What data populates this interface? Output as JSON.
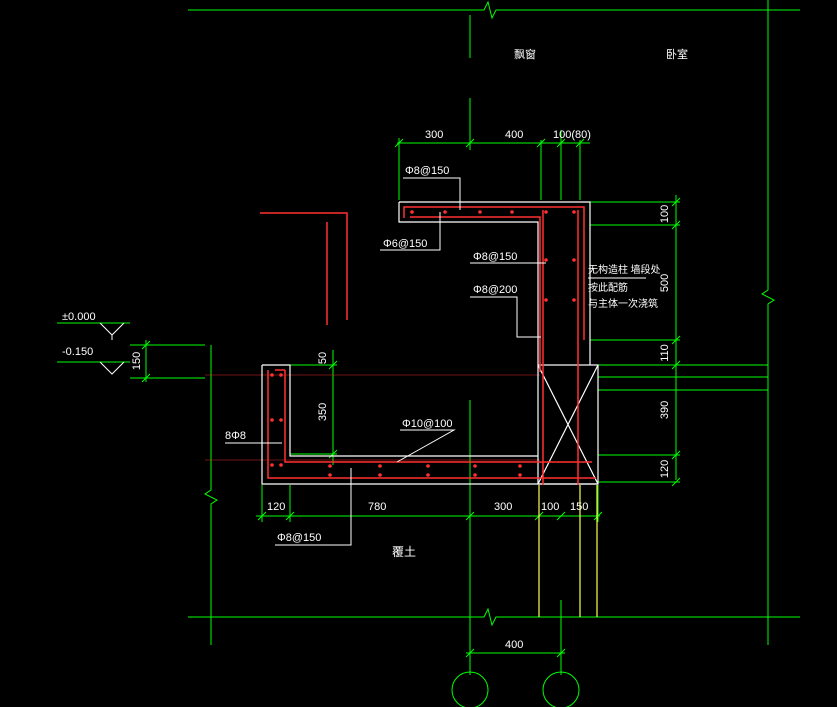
{
  "colors": {
    "dim": "#00ff00",
    "rebar": "#ff3030",
    "outline": "#ffffff",
    "column": "#ffff55",
    "leader": "#ffffff",
    "text": "#ffffff"
  },
  "labels": {
    "zone_left": "飘窗",
    "zone_right": "卧室",
    "dim_top_300": "300",
    "dim_top_400": "400",
    "dim_top_100_80": "100(80)",
    "rebar_top_slab": "Φ8@150",
    "rebar_left_stirrup": "Φ6@150",
    "rebar_right_upper": "Φ8@150",
    "rebar_right_lower": "Φ8@200",
    "note_line1": "无构造柱 墙段处",
    "note_line2": "按此配筋",
    "note_line3": "与主体一次浇筑",
    "dim_right_100": "100",
    "dim_right_500": "500",
    "dim_right_110": "110",
    "dim_right_390": "390",
    "dim_right_120": "120",
    "level_zero": "±0.000",
    "level_neg": "-0.150",
    "dim_level_150": "150",
    "dim_50": "50",
    "dim_350": "350",
    "rebar_bottom": "Φ10@100",
    "rebar_upstand": "8Φ8",
    "dim_bot_120": "120",
    "dim_bot_780": "780",
    "dim_bot_300": "300",
    "dim_bot_100": "100",
    "dim_bot_150": "150",
    "rebar_bottom_stirrup": "Φ8@150",
    "soil": "覆土",
    "dim_axis_400": "400"
  }
}
